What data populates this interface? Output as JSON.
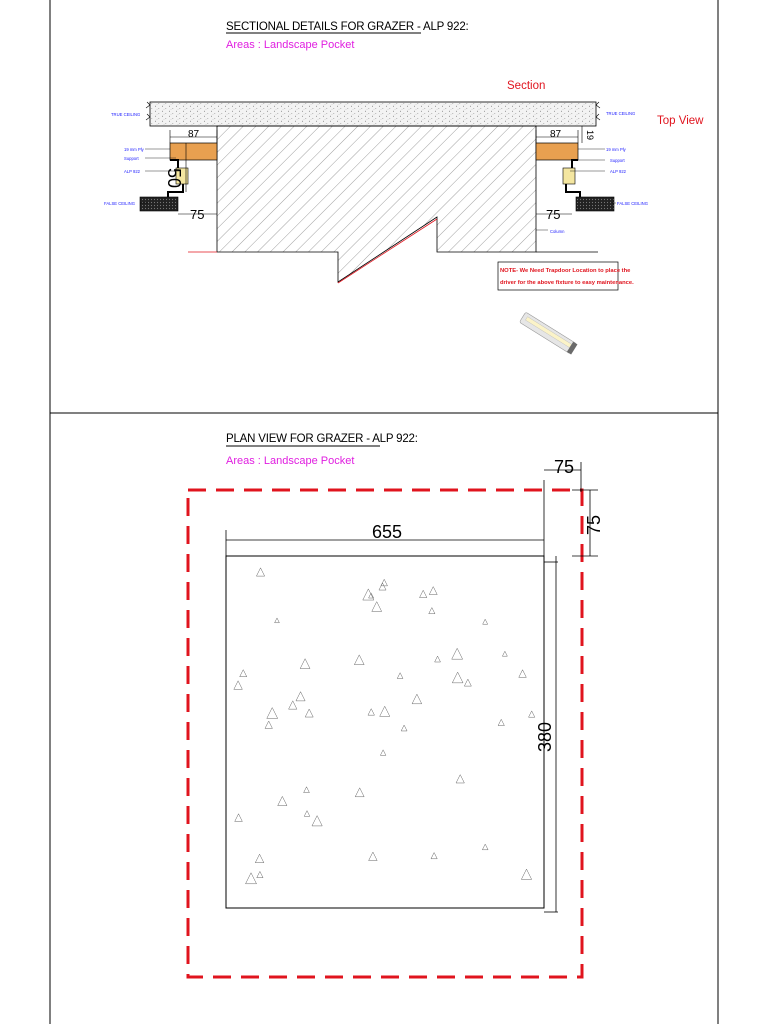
{
  "colors": {
    "title": "#000000",
    "subtitle": "#e01ee0",
    "annotation_red": "#e0141e",
    "label_blue": "#1a1aff",
    "ply_orange": "#e8a050",
    "dashed_outline": "#e0141e"
  },
  "section": {
    "title": "SECTIONAL DETAILS FOR GRAZER  -  ALP 922:",
    "subtitle": "Areas : Landscape Pocket",
    "section_label": "Section",
    "top_view_label": "Top View",
    "left_labels": {
      "true_ceiling": "TRUE CEILING",
      "ply": "19 mm Ply",
      "support": "Support",
      "alp": "ALP 922",
      "false_ceiling": "FALSE CEILING"
    },
    "right_labels": {
      "true_ceiling": "TRUE CEILING",
      "ply": "19 mm Ply",
      "support": "Support",
      "alp": "ALP 922",
      "false_ceiling": "FALSE CEILING",
      "column": "Column"
    },
    "dims": {
      "left_top": "87",
      "left_height": "50",
      "left_bottom": "75",
      "right_top": "87",
      "right_height": "19",
      "right_bottom": "75"
    },
    "note_prefix": "NOTE-",
    "note_line1": "We Need Trapdoor Location to place the",
    "note_line2": "driver for the above fixture to easy maintenance."
  },
  "plan": {
    "title": "PLAN VIEW FOR GRAZER  -  ALP 922:",
    "subtitle": "Areas : Landscape Pocket",
    "dims": {
      "width": "655",
      "height": "380",
      "offset_x": "75",
      "offset_y": "75"
    }
  }
}
